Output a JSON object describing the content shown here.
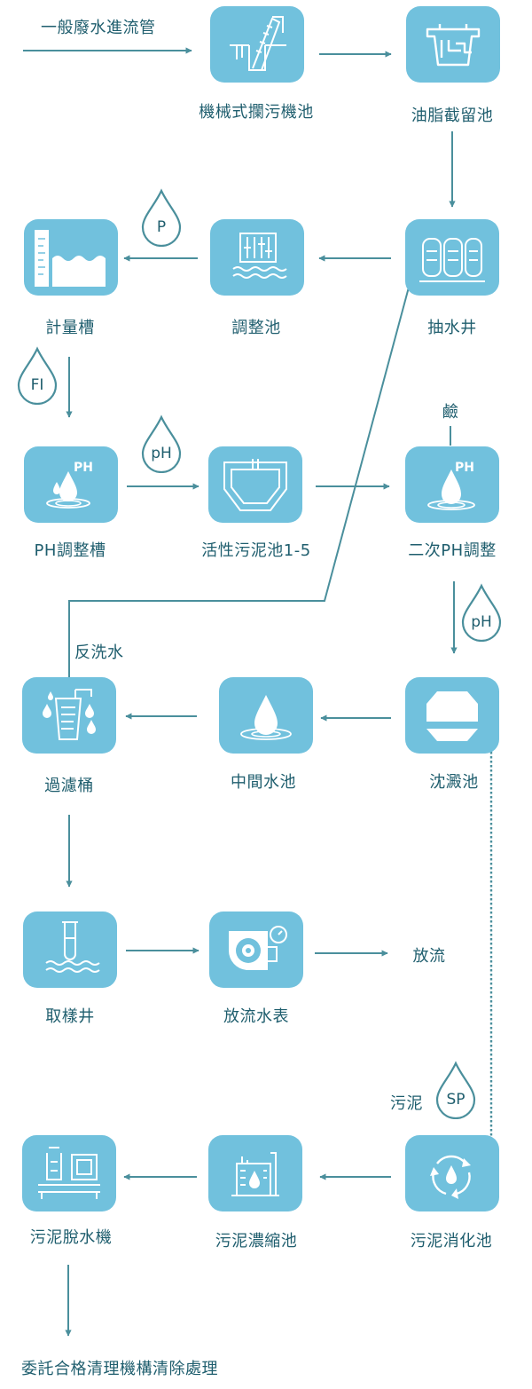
{
  "inflow_label": "一般廢水進流管",
  "nodes": [
    {
      "id": "screen",
      "label": "機械式攔污機池",
      "icon": "bar-screen-icon"
    },
    {
      "id": "grease",
      "label": "油脂截留池",
      "icon": "grease-trap-icon"
    },
    {
      "id": "pump",
      "label": "抽水井",
      "icon": "pump-well-icon"
    },
    {
      "id": "equal",
      "label": "調整池",
      "icon": "equalization-tank-icon"
    },
    {
      "id": "meter",
      "label": "計量槽",
      "icon": "metering-tank-icon"
    },
    {
      "id": "ph1",
      "label": "PH調整槽",
      "icon": "ph-tank-icon"
    },
    {
      "id": "sludge",
      "label": "活性污泥池1-5",
      "icon": "activated-sludge-icon"
    },
    {
      "id": "ph2",
      "label": "二次PH調整",
      "icon": "ph-adjust-icon"
    },
    {
      "id": "settle",
      "label": "沈澱池",
      "icon": "sedimentation-icon"
    },
    {
      "id": "middle",
      "label": "中間水池",
      "icon": "water-drop-icon"
    },
    {
      "id": "filter",
      "label": "過濾桶",
      "icon": "filter-icon"
    },
    {
      "id": "sample",
      "label": "取樣井",
      "icon": "sample-tube-icon"
    },
    {
      "id": "flowmeter",
      "label": "放流水表",
      "icon": "flow-meter-icon"
    },
    {
      "id": "digest",
      "label": "污泥消化池",
      "icon": "recycle-icon"
    },
    {
      "id": "thicken",
      "label": "污泥濃縮池",
      "icon": "thickener-icon"
    },
    {
      "id": "dewater",
      "label": "污泥脫水機",
      "icon": "dewatering-icon"
    }
  ],
  "instruments": {
    "p": "P",
    "fi": "FI",
    "ph_a": "pH",
    "ph_b": "pH",
    "sp": "SP"
  },
  "annotations": {
    "alkali": "鹼",
    "backwash": "反洗水",
    "discharge": "放流",
    "sludge": "污泥",
    "final": "委託合格清理機構清除處理"
  },
  "colors": {
    "node": "#71c1dd",
    "line": "#4a8f9c",
    "text": "#1f5e6e"
  }
}
